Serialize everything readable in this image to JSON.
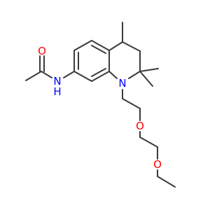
{
  "colors": {
    "bond": "#3a3a3a",
    "oxygen": "#ff0000",
    "nitrogen": "#0000ff",
    "background": "#ffffff"
  },
  "atoms": {
    "carbonyl_oxygen": "O",
    "amide_nitrogen": "N",
    "amide_hydrogen": "H",
    "ring_nitrogen": "N",
    "ether_oxygen_1": "O",
    "ether_oxygen_2": "O"
  }
}
